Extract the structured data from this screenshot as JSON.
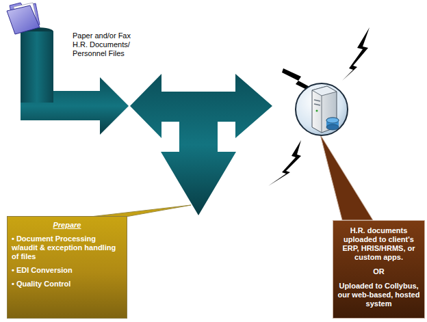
{
  "diagram": {
    "nodes": [
      {
        "text": [
          "Prepare",
          "• Document Processing w/audit & exception handling of files",
          "• EDI Conversion",
          "• Quality Control"
        ]
      },
      {
        "text": [
          "H.R. documents uploaded to client's ERP, HRIS/HRMS, or custom apps.",
          "OR",
          "Uploaded to Collybus, our web-based, hosted system"
        ]
      }
    ],
    "labels": [
      "Paper and/or Fax H.R. Documents/ Personnel Files"
    ]
  }
}
